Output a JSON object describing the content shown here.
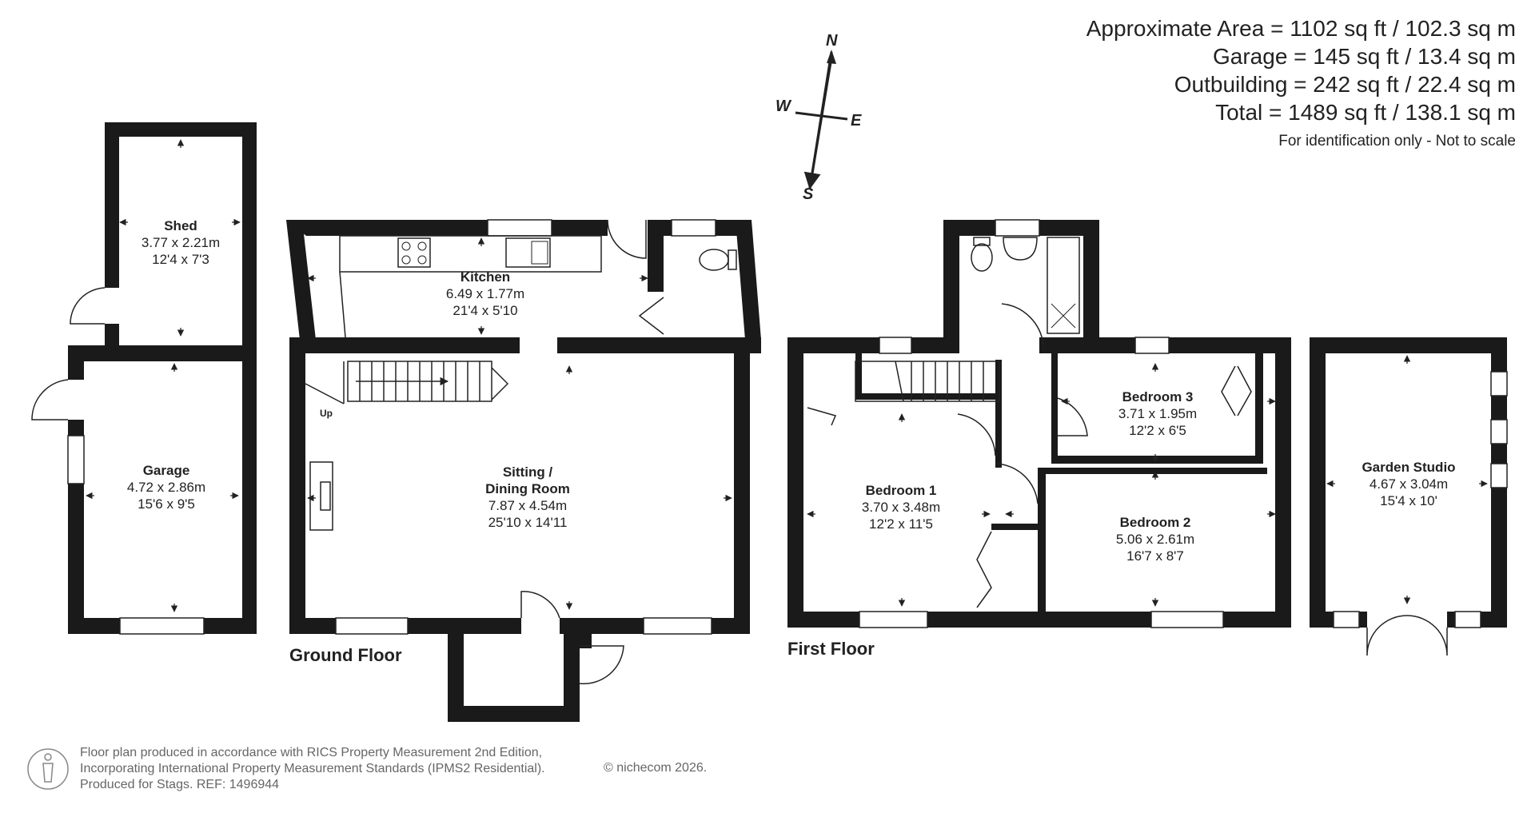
{
  "areas": {
    "approx": "Approximate Area = 1102 sq ft / 102.3 sq m",
    "garage": "Garage = 145 sq ft / 13.4 sq m",
    "outbuilding": "Outbuilding = 242 sq ft / 22.4 sq m",
    "total": "Total = 1489 sq ft / 138.1 sq m",
    "note": "For identification only - Not to scale"
  },
  "compass": {
    "n": "N",
    "s": "S",
    "e": "E",
    "w": "W"
  },
  "floors": {
    "ground": "Ground Floor",
    "first": "First Floor",
    "up_label": "Up"
  },
  "rooms": {
    "shed": {
      "name": "Shed",
      "metric": "3.77 x 2.21m",
      "imperial": "12'4 x 7'3"
    },
    "garage": {
      "name": "Garage",
      "metric": "4.72 x 2.86m",
      "imperial": "15'6 x 9'5"
    },
    "kitchen": {
      "name": "Kitchen",
      "metric": "6.49 x 1.77m",
      "imperial": "21'4 x 5'10"
    },
    "sitting": {
      "name1": "Sitting /",
      "name2": "Dining Room",
      "metric": "7.87 x 4.54m",
      "imperial": "25'10 x 14'11"
    },
    "bedroom1": {
      "name": "Bedroom 1",
      "metric": "3.70 x 3.48m",
      "imperial": "12'2 x 11'5"
    },
    "bedroom2": {
      "name": "Bedroom 2",
      "metric": "5.06 x 2.61m",
      "imperial": "16'7 x 8'7"
    },
    "bedroom3": {
      "name": "Bedroom 3",
      "metric": "3.71 x 1.95m",
      "imperial": "12'2 x 6'5"
    },
    "studio": {
      "name": "Garden Studio",
      "metric": "4.67 x 3.04m",
      "imperial": "15'4 x 10'"
    }
  },
  "footer": {
    "line1": "Floor plan produced in accordance with RICS Property Measurement 2nd Edition,",
    "line2": "Incorporating International Property Measurement Standards (IPMS2 Residential).",
    "line3": "Produced for Stags.   REF: 1496944",
    "copyright": "© nichecom 2026."
  },
  "colors": {
    "wall": "#1a1a1a",
    "text": "#222222",
    "footer": "#666666"
  }
}
